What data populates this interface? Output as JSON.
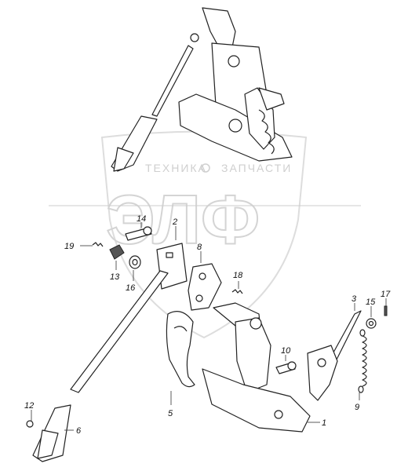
{
  "watermark": {
    "line1_left": "ТЕХНИКА",
    "line1_right": "ЗАПЧАСТИ",
    "logo": "ЭЛФ",
    "color": "#d4d4d4"
  },
  "callouts": {
    "c1": "1",
    "c2": "2",
    "c3": "3",
    "c5": "5",
    "c6": "6",
    "c8": "8",
    "c9": "9",
    "c10": "10",
    "c12": "12",
    "c13": "13",
    "c14": "14",
    "c15": "15",
    "c16": "16",
    "c17": "17",
    "c18": "18",
    "c19": "19"
  },
  "line_color": "#222222"
}
